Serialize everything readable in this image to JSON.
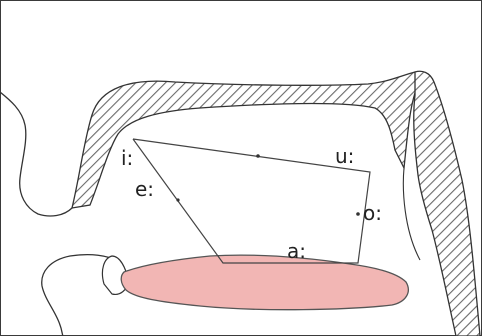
{
  "diagram": {
    "labels": {
      "i": "i:",
      "e": "e:",
      "a": "a:",
      "o": "o:",
      "u": "u:"
    },
    "colors": {
      "outline": "#333333",
      "hatch": "#6a6a6a",
      "tongue_fill": "#f2b6b4",
      "tongue_stroke": "#555555",
      "vowel_line": "#444444",
      "background": "#ffffff"
    }
  }
}
